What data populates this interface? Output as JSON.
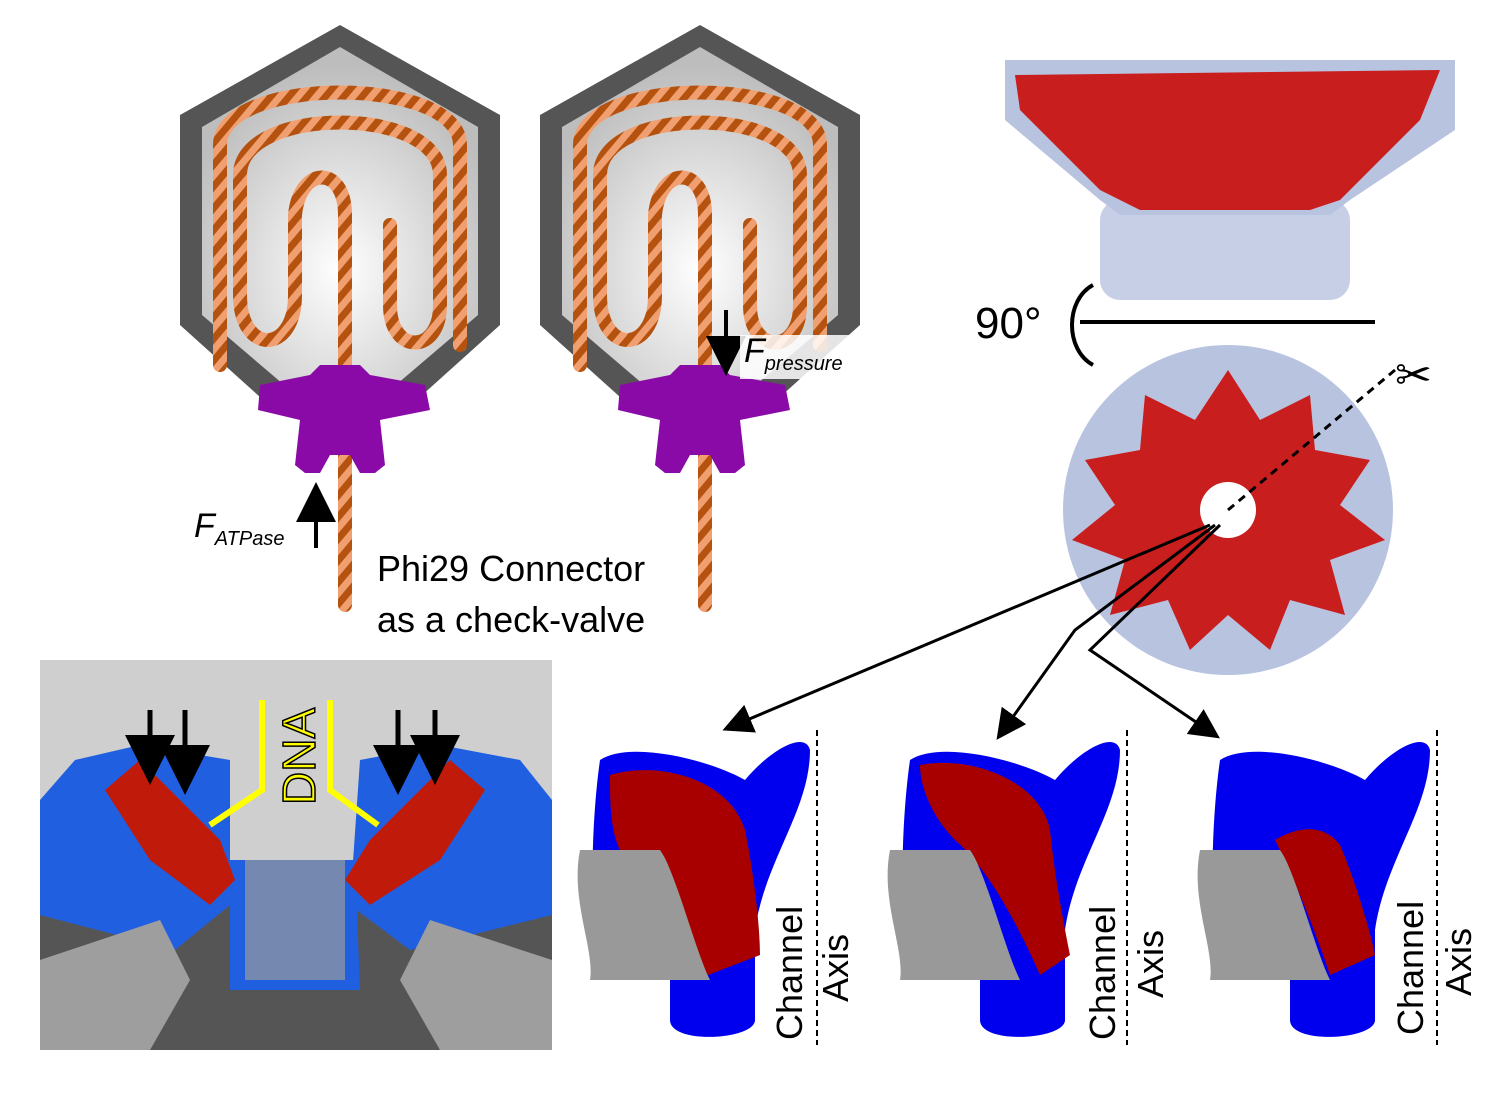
{
  "capsid_left": {
    "force_label": "F",
    "force_subscript": "ATPase"
  },
  "capsid_right": {
    "force_label": "F",
    "force_subscript": "pressure"
  },
  "caption": {
    "line1": "Phi29 Connector",
    "line2": "as a check-valve"
  },
  "rotation": {
    "label": "90°"
  },
  "cutaway": {
    "dna_label": "DNA"
  },
  "schematics": [
    {
      "axis_line1": "Channel",
      "axis_line2": "Axis"
    },
    {
      "axis_line1": "Channel",
      "axis_line2": "Axis"
    },
    {
      "axis_line1": "Channel",
      "axis_line2": "Axis"
    }
  ],
  "colors": {
    "capsid_shell": "#555555",
    "connector": "#8a0aa8",
    "dna": "#c8641e",
    "protein_red": "#c81e1e",
    "protein_blue": "#0000ee",
    "domain_red": "#a80000",
    "dna_yellow": "#ffff00"
  }
}
